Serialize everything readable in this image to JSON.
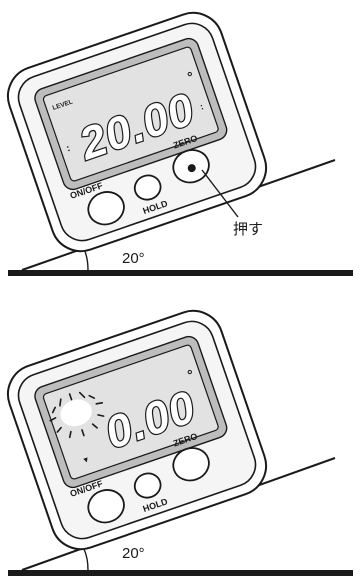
{
  "panels": [
    {
      "display_label": "LEVEL",
      "reading": "20.00",
      "degree_mark": "°",
      "buttons": {
        "power": "ON/OFF",
        "hold": "HOLD",
        "zero": "ZERO"
      },
      "callout": "押す",
      "angle": "20°",
      "zero_pressed": true
    },
    {
      "display_label": "",
      "reading": "0.00",
      "degree_mark": "°",
      "buttons": {
        "power": "ON/OFF",
        "hold": "HOLD",
        "zero": "ZERO"
      },
      "angle": "20°",
      "zero_pressed": false,
      "blinking_indicator": true
    }
  ],
  "colors": {
    "ink": "#1a1a1a",
    "lcd_bg": "#e2e2e2",
    "bezel": "#f5f5f5"
  }
}
